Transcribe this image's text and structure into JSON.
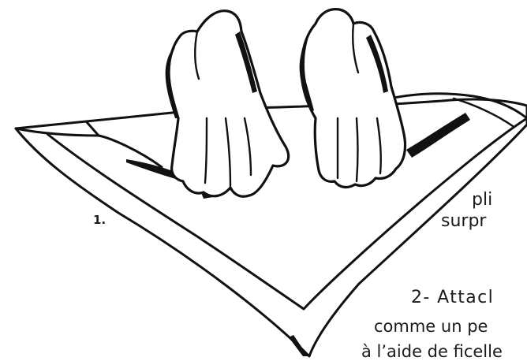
{
  "illustration": {
    "subject": "hands-on-folded-cloth-icon",
    "ink_color": "#111111",
    "paper_color": "#ffffff"
  },
  "caption": {
    "figure_number": "1."
  },
  "text_fragments": [
    "pli",
    "surpr",
    "2- Attacl",
    "comme un pe",
    "à l’aide de ficelle"
  ]
}
